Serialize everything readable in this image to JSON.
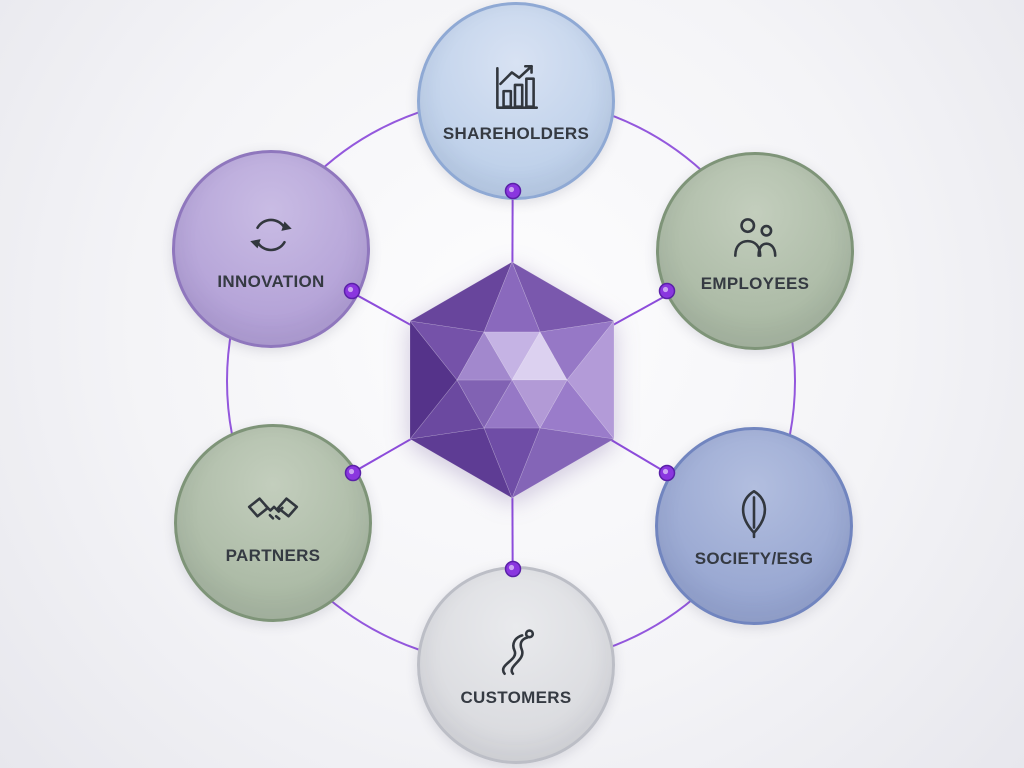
{
  "theme": {
    "connector_color": "#7b2fd6",
    "dot_color": "#8a36df",
    "dot_rim_color": "#5a21a8",
    "dot_highlight_color": "#c9a4f2",
    "label_color": "#353a42",
    "icon_stroke_color": "#32373e",
    "background_inner": "#fdfdfe",
    "background_outer": "#e7e7ed"
  },
  "center": {
    "icon": "faceted-gem-hexagon",
    "facet_colors": [
      "#7a58ad",
      "#9678c6",
      "#b39bd8",
      "#9a7cca",
      "#8465b7",
      "#6f4da6",
      "#5e3c94",
      "#6b49a0",
      "#55338a",
      "#7552a9",
      "#68459c",
      "#8a69bd",
      "#c5b3e4",
      "#dcd1f0",
      "#b29ad6",
      "#9678c6",
      "#8162b3",
      "#a288cd"
    ]
  },
  "nodes": [
    {
      "id": "shareholders",
      "label": "SHAREHOLDERS",
      "icon": "bar-chart-growth-icon",
      "fill": "#bccfe9",
      "fill_light": "#d8e2f3",
      "border": "#8fa9d4"
    },
    {
      "id": "innovation",
      "label": "INNOVATION",
      "icon": "cycle-arrows-icon",
      "fill": "#b2a0d6",
      "fill_light": "#c9bce4",
      "border": "#8f77bd"
    },
    {
      "id": "employees",
      "label": "EMPLOYEES",
      "icon": "people-icon",
      "fill": "#a9b8a3",
      "fill_light": "#c3cebd",
      "border": "#7e9478"
    },
    {
      "id": "partners",
      "label": "PARTNERS",
      "icon": "handshake-icon",
      "fill": "#a9b8a3",
      "fill_light": "#c3cebd",
      "border": "#7e9478"
    },
    {
      "id": "society_esg",
      "label": "SOCIETY/ESG",
      "icon": "leaf-icon",
      "fill": "#96a5d0",
      "fill_light": "#b2bedf",
      "border": "#7185bf"
    },
    {
      "id": "customers",
      "label": "CUSTOMERS",
      "icon": "journey-path-icon",
      "fill": "#d9dade",
      "fill_light": "#e9eaed",
      "border": "#bcbec6"
    }
  ]
}
